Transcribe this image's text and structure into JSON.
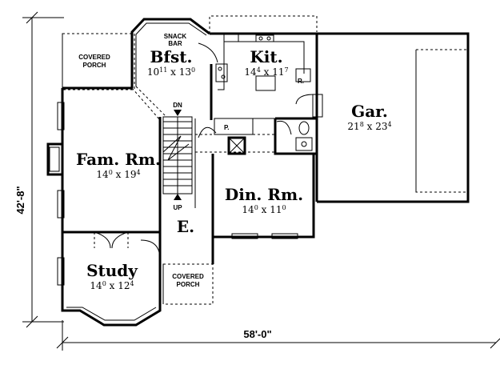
{
  "plan": {
    "overall_width": "58'-0\"",
    "overall_depth": "42'-8\"",
    "rooms": {
      "bfst": {
        "name": "Bfst.",
        "dim_a": "10",
        "sup_a": "11",
        "dim_b": "13",
        "sup_b": "0"
      },
      "kit": {
        "name": "Kit.",
        "dim_a": "14",
        "sup_a": "4",
        "dim_b": "11",
        "sup_b": "7"
      },
      "gar": {
        "name": "Gar.",
        "dim_a": "21",
        "sup_a": "8",
        "dim_b": "23",
        "sup_b": "4"
      },
      "fam": {
        "name": "Fam. Rm.",
        "dim_a": "14",
        "sup_a": "0",
        "dim_b": "19",
        "sup_b": "4"
      },
      "din": {
        "name": "Din. Rm.",
        "dim_a": "14",
        "sup_a": "0",
        "dim_b": "11",
        "sup_b": "0"
      },
      "study": {
        "name": "Study",
        "dim_a": "14",
        "sup_a": "0",
        "dim_b": "12",
        "sup_b": "4"
      },
      "entry": {
        "name": "E."
      }
    },
    "labels": {
      "snack1": "SNACK",
      "snack2": "BAR",
      "porch_a1": "COVERED",
      "porch_a2": "PORCH",
      "porch_b1": "COVERED",
      "porch_b2": "PORCH",
      "dn": "DN",
      "up": "UP",
      "pantry": "P.",
      "refrig": "R."
    },
    "x_sep": "x"
  }
}
